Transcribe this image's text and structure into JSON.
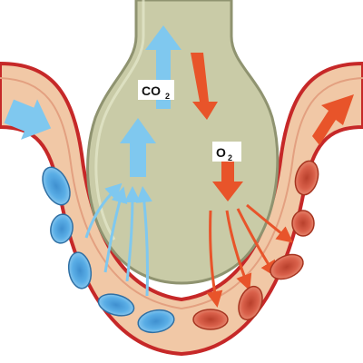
{
  "labels": {
    "co2": {
      "main": "CO",
      "sub": "2"
    },
    "o2": {
      "main": "O",
      "sub": "2"
    }
  },
  "colors": {
    "alveolus_fill": "#c9cba7",
    "alveolus_stroke": "#8f9370",
    "capillary_fill": "#f1c8a6",
    "capillary_wall": "#c62828",
    "co2_arrow": "#7fc8ef",
    "o2_arrow": "#e8542a",
    "deoxygenated_cell": "#5aaee6",
    "oxygenated_cell": "#d9604a"
  },
  "icons": {
    "co2_flow": "blue-arrow-up-icon",
    "o2_flow": "red-arrow-down-icon",
    "venous_flow": "blue-arrow-right-icon",
    "arterial_flow": "red-arrow-up-right-icon"
  }
}
